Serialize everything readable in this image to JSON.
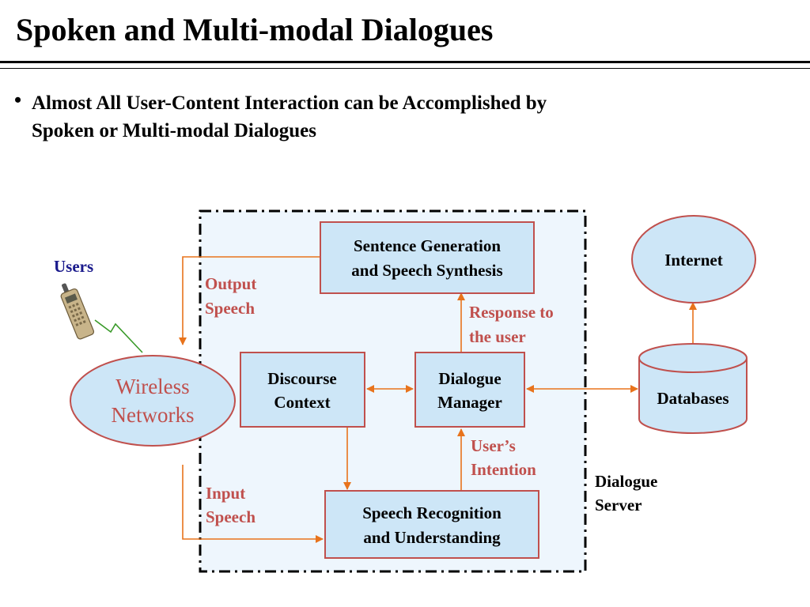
{
  "slide": {
    "title": "Spoken and Multi-modal Dialogues",
    "bullet_line1": "Almost All User-Content Interaction can be Accomplished by",
    "bullet_line2": "Spoken or Multi-modal Dialogues"
  },
  "diagram": {
    "nodes": {
      "sentence_generation": [
        "Sentence Generation",
        "and Speech Synthesis"
      ],
      "discourse_context": [
        "Discourse",
        "Context"
      ],
      "dialogue_manager": [
        "Dialogue",
        "Manager"
      ],
      "speech_recognition": [
        "Speech Recognition",
        "and Understanding"
      ],
      "wireless_networks": [
        "Wireless",
        "Networks"
      ],
      "internet": "Internet",
      "databases": "Databases"
    },
    "labels": {
      "users": "Users",
      "output_speech": [
        "Output",
        "Speech"
      ],
      "input_speech": [
        "Input",
        "Speech"
      ],
      "response_to_user": [
        "Response to",
        "the user"
      ],
      "users_intention": [
        "User’s",
        "Intention"
      ],
      "dialogue_server": [
        "Dialogue",
        "Server"
      ]
    },
    "colors": {
      "box_fill": "#cde6f7",
      "box_stroke": "#c0504d",
      "arrow": "#e8731c",
      "label_red": "#c0504d",
      "server_bg": "#eef6fd",
      "users_blue": "#1a1a8c",
      "phone_body": "#c8b48a",
      "signal": "#3a9a2a"
    }
  }
}
